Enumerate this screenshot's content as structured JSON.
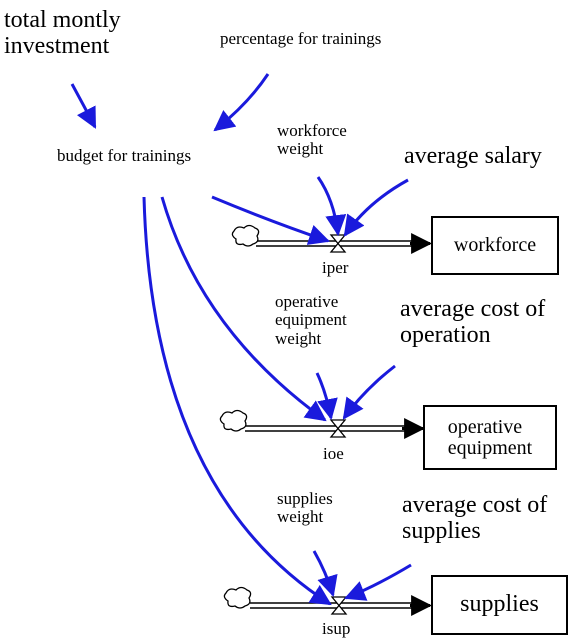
{
  "colors": {
    "arrow": "#1a1adc",
    "line": "#000000"
  },
  "auxiliaries": {
    "total_investment": [
      "total montly",
      "investment"
    ],
    "percentage": "percentage for trainings",
    "budget": "budget for  trainings",
    "workforce_weight": [
      "workforce",
      "weight"
    ],
    "average_salary": "average  salary",
    "operative_weight": [
      "operative",
      "equipment",
      "weight"
    ],
    "average_cost_operation": [
      "average cost of",
      "operation"
    ],
    "supplies_weight": [
      "supplies",
      "weight"
    ],
    "average_cost_supplies": [
      "average cost of",
      "supplies"
    ]
  },
  "flows": {
    "iper": "iper",
    "ioe": "ioe",
    "isup": "isup"
  },
  "stocks": {
    "workforce": [
      "workforce"
    ],
    "operative_equipment": [
      "operative",
      "equipment"
    ],
    "supplies": [
      "supplies"
    ]
  },
  "icons": {
    "source": "cloud-icon",
    "valve": "valve-icon"
  }
}
